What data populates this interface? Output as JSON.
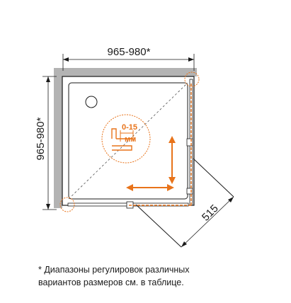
{
  "dimensions": {
    "width": "965-980*",
    "depth": "965-980*",
    "door": "515"
  },
  "detail": {
    "adjust_value": "0-15",
    "adjust_unit": "мм"
  },
  "footnote": {
    "line1": "* Диапазоны регулировок различных",
    "line2": "вариантов размеров см. в таблице."
  },
  "colors": {
    "accent": "#e8731a",
    "wall": "#b3b3b3",
    "line": "#1a1a1a"
  }
}
